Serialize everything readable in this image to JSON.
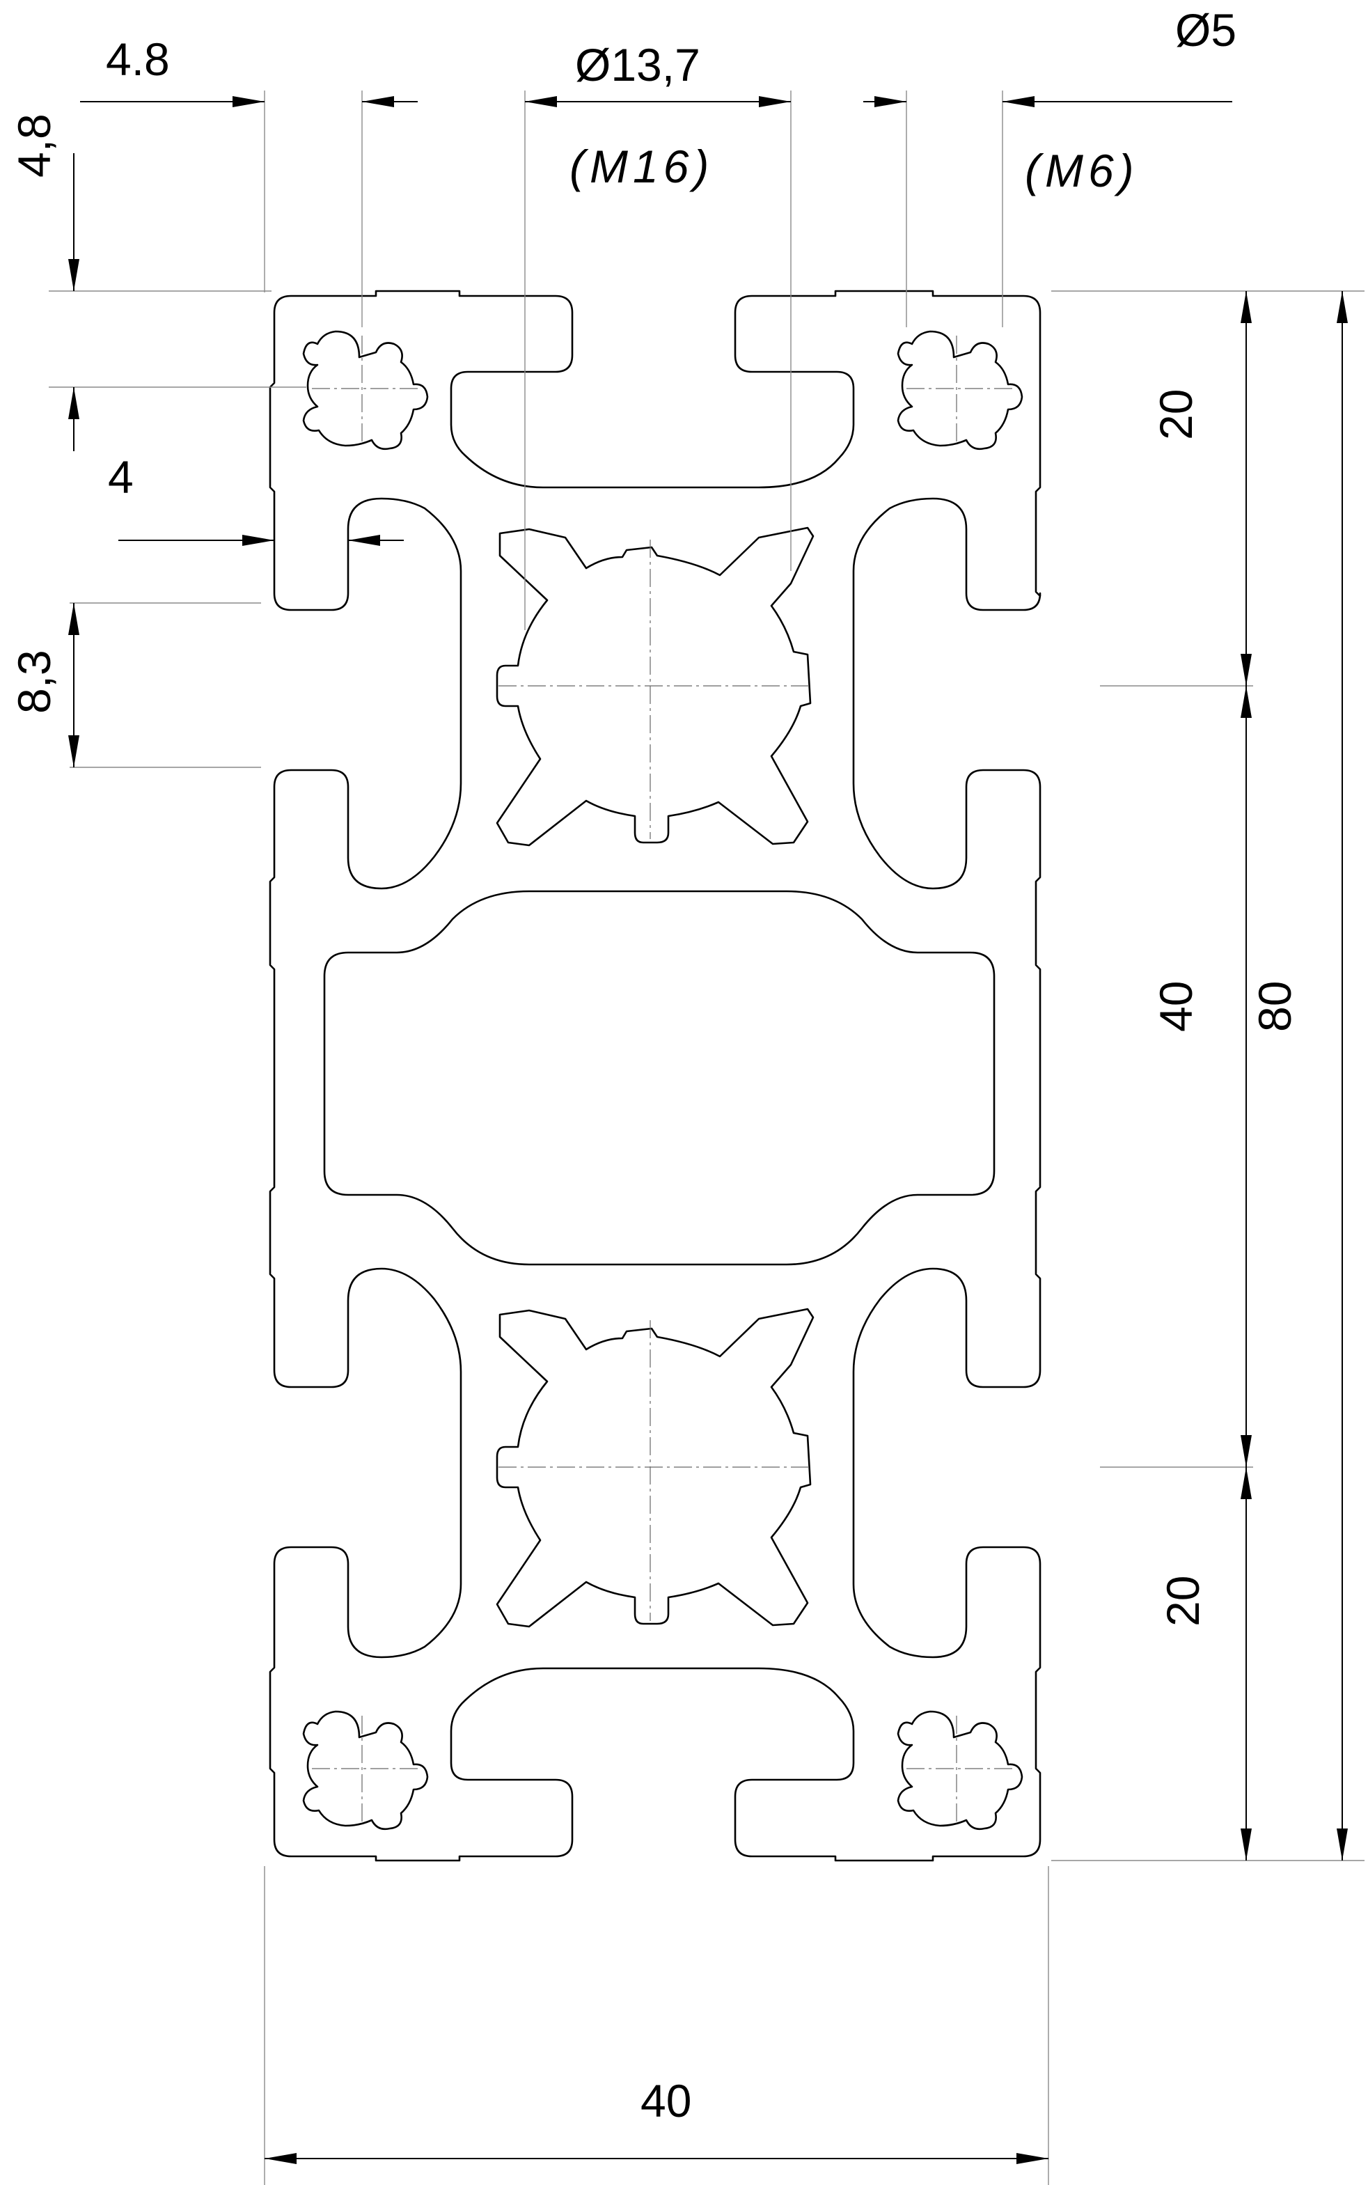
{
  "drawing": {
    "labels": {
      "top_left_width": "4.8",
      "top_left_height": "4,8",
      "core_bore": "Ø13,7",
      "core_thread": "(M16)",
      "corner_bore": "Ø5",
      "corner_thread": "(M6)",
      "web_thickness": "4",
      "slot_depth": "8,3",
      "pitch_top": "20",
      "pitch_middle": "40",
      "pitch_bottom": "20",
      "overall_height": "80",
      "overall_width": "40"
    },
    "colors": {
      "line": "#000000",
      "extension_line": "#8a8a8a",
      "background": "#ffffff"
    }
  }
}
